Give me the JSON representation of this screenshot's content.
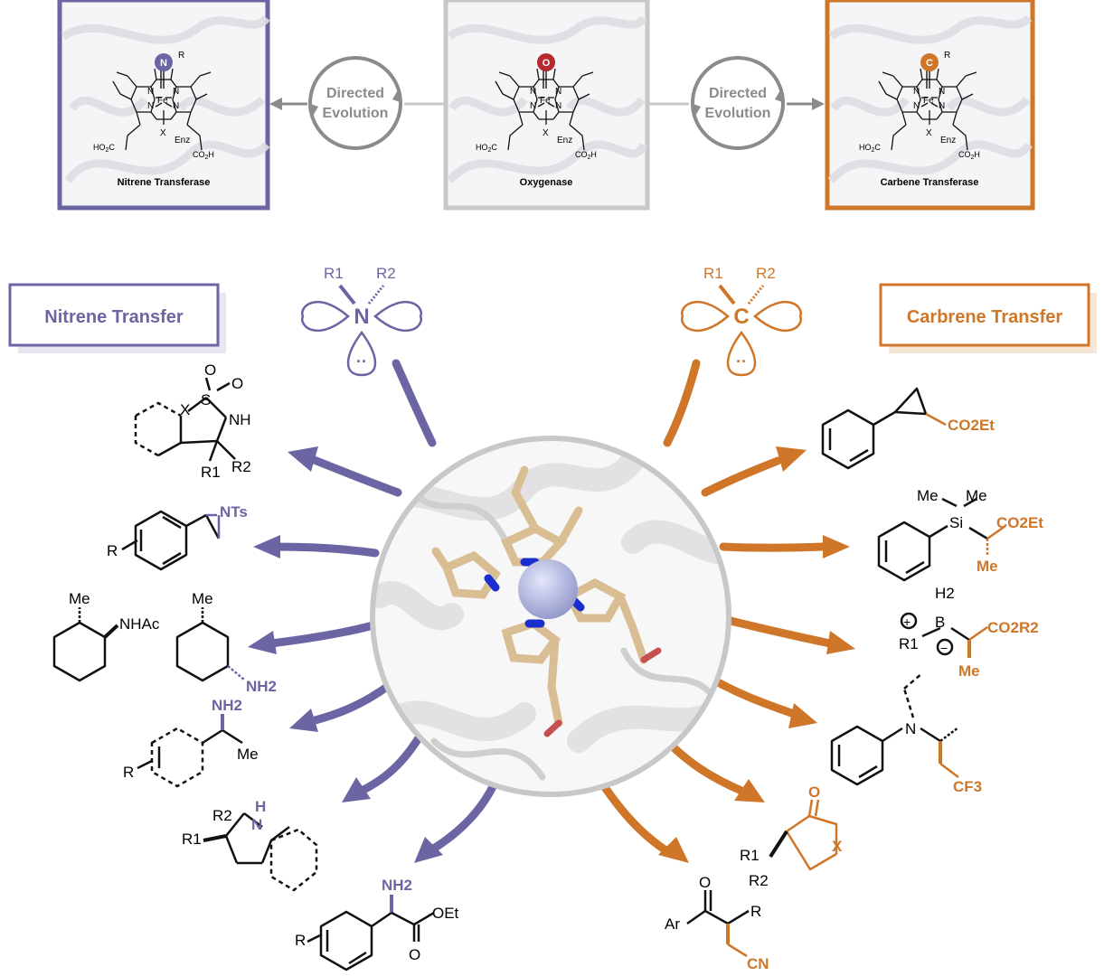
{
  "colors": {
    "nitrene": "#6b66a3",
    "carbene": "#cf7628",
    "oxy": "#c8c8c8",
    "bond": "#111111",
    "oxo": "#b52a2e",
    "iron": "#aab0dd",
    "heme": "#d8be92",
    "pyrroleN": "#1a2ecf"
  },
  "top": {
    "nitrene_box_title": "Nitrene Transferase",
    "oxygenase_box_title": "Oxygenase",
    "carbene_box_title": "Carbene Transferase",
    "evolution_line1": "Directed",
    "evolution_line2": "Evolution",
    "atom_nitrene": "N",
    "atom_oxo": "O",
    "atom_carbene": "C",
    "sub_R": "R",
    "fe": "Fe",
    "n": "N",
    "x": "X",
    "enz": "Enz",
    "ho2c": "HO2C",
    "co2h": "CO2H"
  },
  "left": {
    "section_title": "Nitrene Transfer",
    "orbital": {
      "atom": "N",
      "r1": "R1",
      "r2": "R2",
      "lone": "··"
    },
    "products": {
      "sulfamide": {
        "o1": "O",
        "o2": "O",
        "s": "S",
        "x": "X",
        "nh": "NH",
        "r1": "R1",
        "r2": "R2"
      },
      "aziridine": {
        "nts": "NTs",
        "r": "R"
      },
      "amide": {
        "me1": "Me",
        "nhac": "NHAc",
        "me2": "Me",
        "nh2": "NH2"
      },
      "benzylamine": {
        "nh2": "NH2",
        "me": "Me",
        "r": "R"
      },
      "indoline": {
        "r1": "R1",
        "r2": "R2",
        "h": "H",
        "n": "N"
      },
      "aminoester": {
        "nh2": "NH2",
        "oet": "OEt",
        "o": "O",
        "r": "R"
      }
    }
  },
  "right": {
    "section_title": "Carbrene Transfer",
    "orbital": {
      "atom": "C",
      "r1": "R1",
      "r2": "R2",
      "lone": "··"
    },
    "products": {
      "cyclopropane": {
        "co2et": "CO2Et"
      },
      "silane": {
        "me1": "Me",
        "me2": "Me",
        "si": "Si",
        "co2et": "CO2Et",
        "me3": "Me"
      },
      "borane": {
        "h2": "H2",
        "b": "B",
        "plus": "+",
        "minus": "−",
        "r1": "R1",
        "co2r2": "CO2R2",
        "me": "Me"
      },
      "amine": {
        "n": "N",
        "cf3": "CF3"
      },
      "lactone": {
        "o": "O",
        "x": "X",
        "r1": "R1",
        "r2": "R2"
      },
      "ketone": {
        "o": "O",
        "ar": "Ar",
        "r": "R",
        "cn": "CN"
      }
    }
  }
}
